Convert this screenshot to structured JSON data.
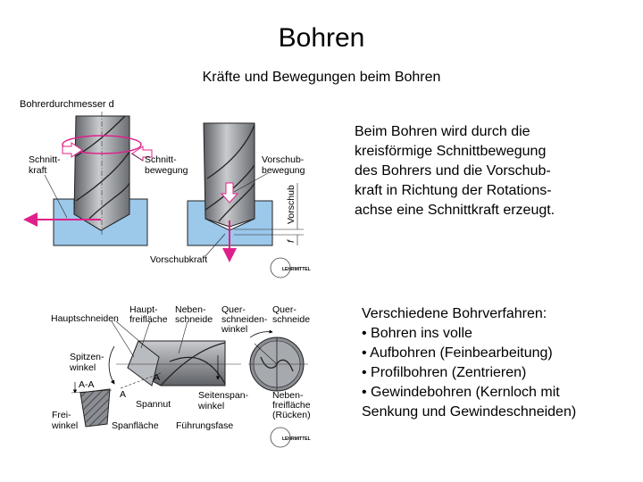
{
  "title": "Bohren",
  "subtitle": "Kräfte und Bewegungen beim Bohren",
  "figure1": {
    "caption": "Bohrerdurchmesser d",
    "labels": {
      "schnittkraft_1": "Schnitt-",
      "schnittkraft_2": "kraft",
      "schnittbewegung_1": "Schnitt-",
      "schnittbewegung_2": "bewegung",
      "vorschubbewegung_1": "Vorschub-",
      "vorschubbewegung_2": "bewegung",
      "vorschub": "Vorschub",
      "f": "f",
      "vorschubkraft": "Vorschubkraft"
    },
    "logo_text": "EUROPA LEHRMITTEL"
  },
  "figure2": {
    "labels": {
      "hauptschneiden": "Hauptschneiden",
      "hauptfreiflaeche_1": "Haupt-",
      "hauptfreiflaeche_2": "freifläche",
      "nebenschneide_1": "Neben-",
      "nebenschneide_2": "schneide",
      "querschneidenwinkel_1": "Quer-",
      "querschneidenwinkel_2": "schneiden-",
      "querschneidenwinkel_3": "winkel",
      "querschneide_1": "Quer-",
      "querschneide_2": "schneide",
      "spitzenwinkel_1": "Spitzen-",
      "spitzenwinkel_2": "winkel",
      "section": "A-A",
      "a1": "A",
      "a2": "A",
      "freiwinkel_1": "Frei-",
      "freiwinkel_2": "winkel",
      "spanflaeche": "Spanfläche",
      "spannut": "Spannut",
      "seitenspanwinkel_1": "Seitenspan-",
      "seitenspanwinkel_2": "winkel",
      "fuehrungsfase": "Führungsfase",
      "nebenfreiflaeche_1": "Neben-",
      "nebenfreiflaeche_2": "freifläche",
      "nebenfreiflaeche_3": "(Rücken)"
    },
    "logo_text": "EUROPA LEHRMITTEL"
  },
  "text1": [
    "Beim Bohren wird durch die",
    "kreisförmige Schnittbewegung",
    "des Bohrers und die Vorschub-",
    "kraft in Richtung der Rotations-",
    "achse eine Schnittkraft erzeugt."
  ],
  "text2": [
    "Verschiedene Bohrverfahren:",
    "• Bohren ins volle",
    "• Aufbohren (Feinbearbeitung)",
    "• Profilbohren (Zentrieren)",
    "• Gewindebohren (Kernloch mit",
    "Senkung und Gewindeschneiden)"
  ],
  "colors": {
    "workpiece": "#9cc8ea",
    "arrow": "#e0208a",
    "drill": "#8a8d92"
  }
}
